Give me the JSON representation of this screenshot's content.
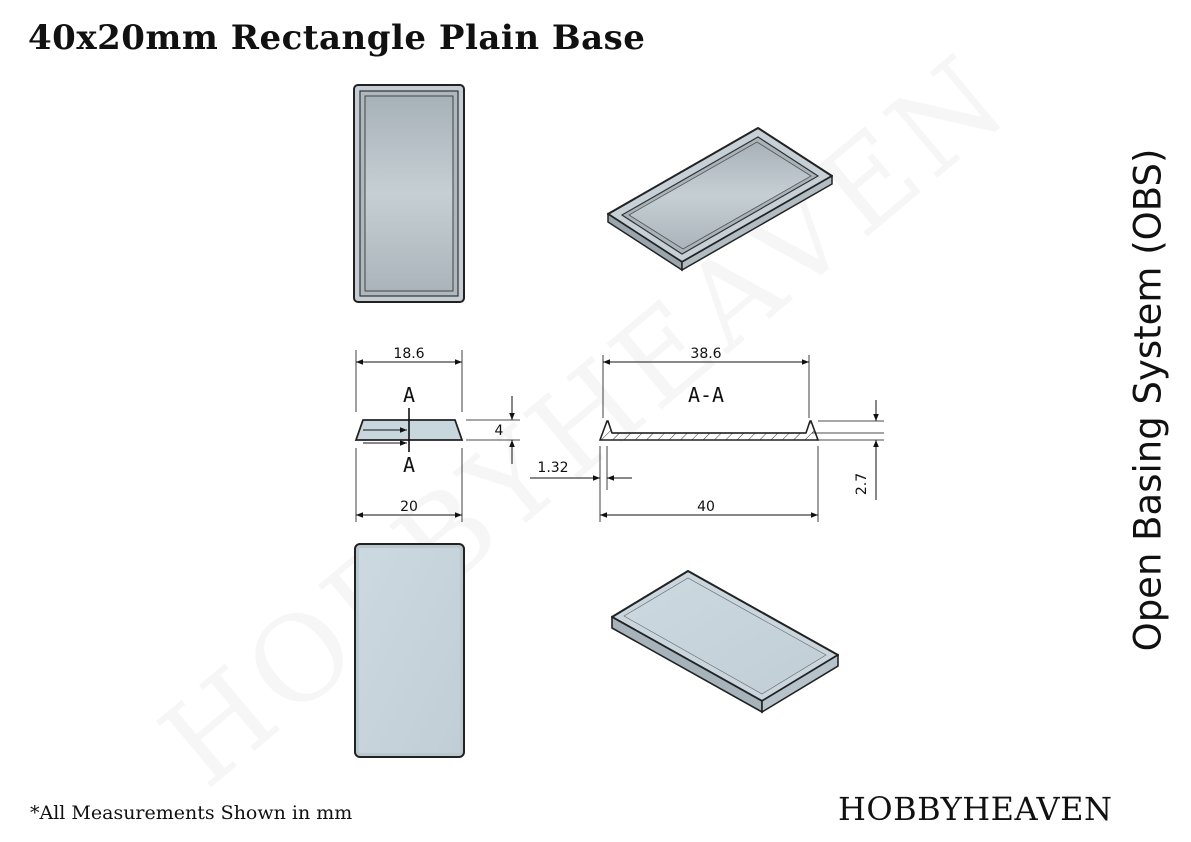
{
  "title": "40x20mm Rectangle Plain Base",
  "side_label": "Open Basing System (OBS)",
  "footnote": "*All Measurements Shown in mm",
  "brand": "HOBBYHEAVEN",
  "watermark": "HOBBYHEAVEN",
  "dimensions": {
    "top_width": "18.6",
    "bottom_width": "20",
    "height": "4",
    "section_top_length": "38.6",
    "section_bottom_length": "40",
    "rim_offset": "1.32",
    "recess_depth": "2.7"
  },
  "section_labels": {
    "marker_top": "A",
    "marker_bottom": "A",
    "section_view": "A-A"
  },
  "colors": {
    "base_fill": "#c8d6de",
    "recess_fill": "#b0bcc3",
    "outline": "#222222"
  }
}
